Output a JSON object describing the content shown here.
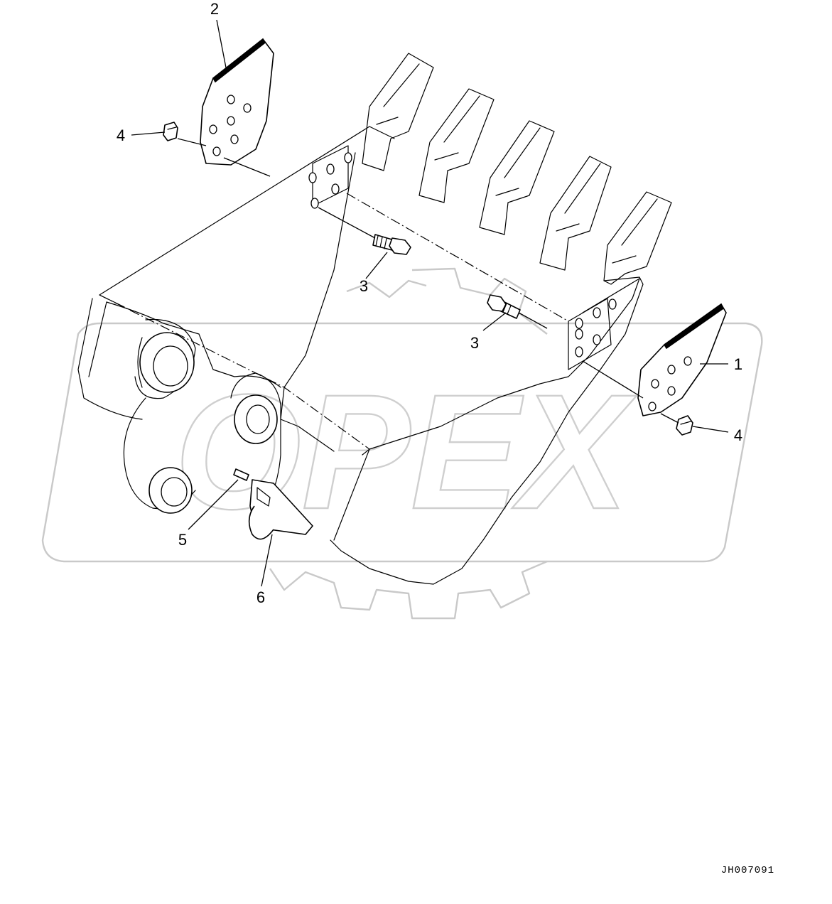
{
  "drawing_code": "JH007091",
  "watermark_text": "OPEX",
  "callouts": {
    "c1": "1",
    "c2": "2",
    "c3a": "3",
    "c3b": "3",
    "c4a": "4",
    "c4b": "4",
    "c5": "5",
    "c6": "6"
  }
}
